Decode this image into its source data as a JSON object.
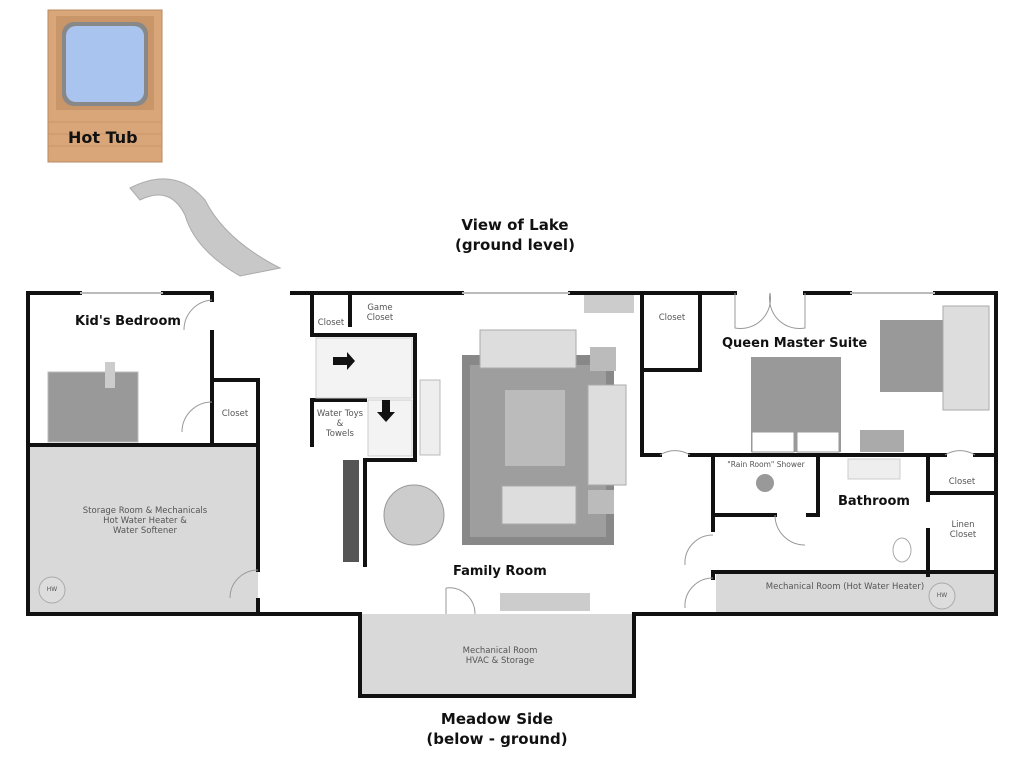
{
  "hot_tub": {
    "label": "Hot Tub"
  },
  "orientation": {
    "top_line1": "View of Lake",
    "top_line2": "(ground level)",
    "bottom_line1": "Meadow Side",
    "bottom_line2": "(below - ground)"
  },
  "rooms": {
    "kids_bedroom": "Kid's Bedroom",
    "kids_closet": "Closet",
    "storage_line1": "Storage Room & Mechanicals",
    "storage_line2": "Hot Water Heater &",
    "storage_line3": "Water Softener",
    "hw_left": "HW",
    "stair_closet": "Closet",
    "game_closet_line1": "Game",
    "game_closet_line2": "Closet",
    "water_toys_line1": "Water Toys",
    "water_toys_line2": "&",
    "water_toys_line3": "Towels",
    "family_room": "Family Room",
    "mech_hvac_line1": "Mechanical Room",
    "mech_hvac_line2": "HVAC & Storage",
    "master_closet": "Closet",
    "queen_master": "Queen Master Suite",
    "rain_shower": "\"Rain Room\" Shower",
    "bathroom": "Bathroom",
    "bath_closet": "Closet",
    "linen_line1": "Linen",
    "linen_line2": "Closet",
    "mech_hw": "Mechanical Room (Hot Water Heater)",
    "hw_right": "HW"
  },
  "colors": {
    "wall": "#111111",
    "storage_fill": "#d9d9d9",
    "furniture": "#9a9a9a",
    "deck": "#d9a67a",
    "water": "#a9c4ee"
  }
}
